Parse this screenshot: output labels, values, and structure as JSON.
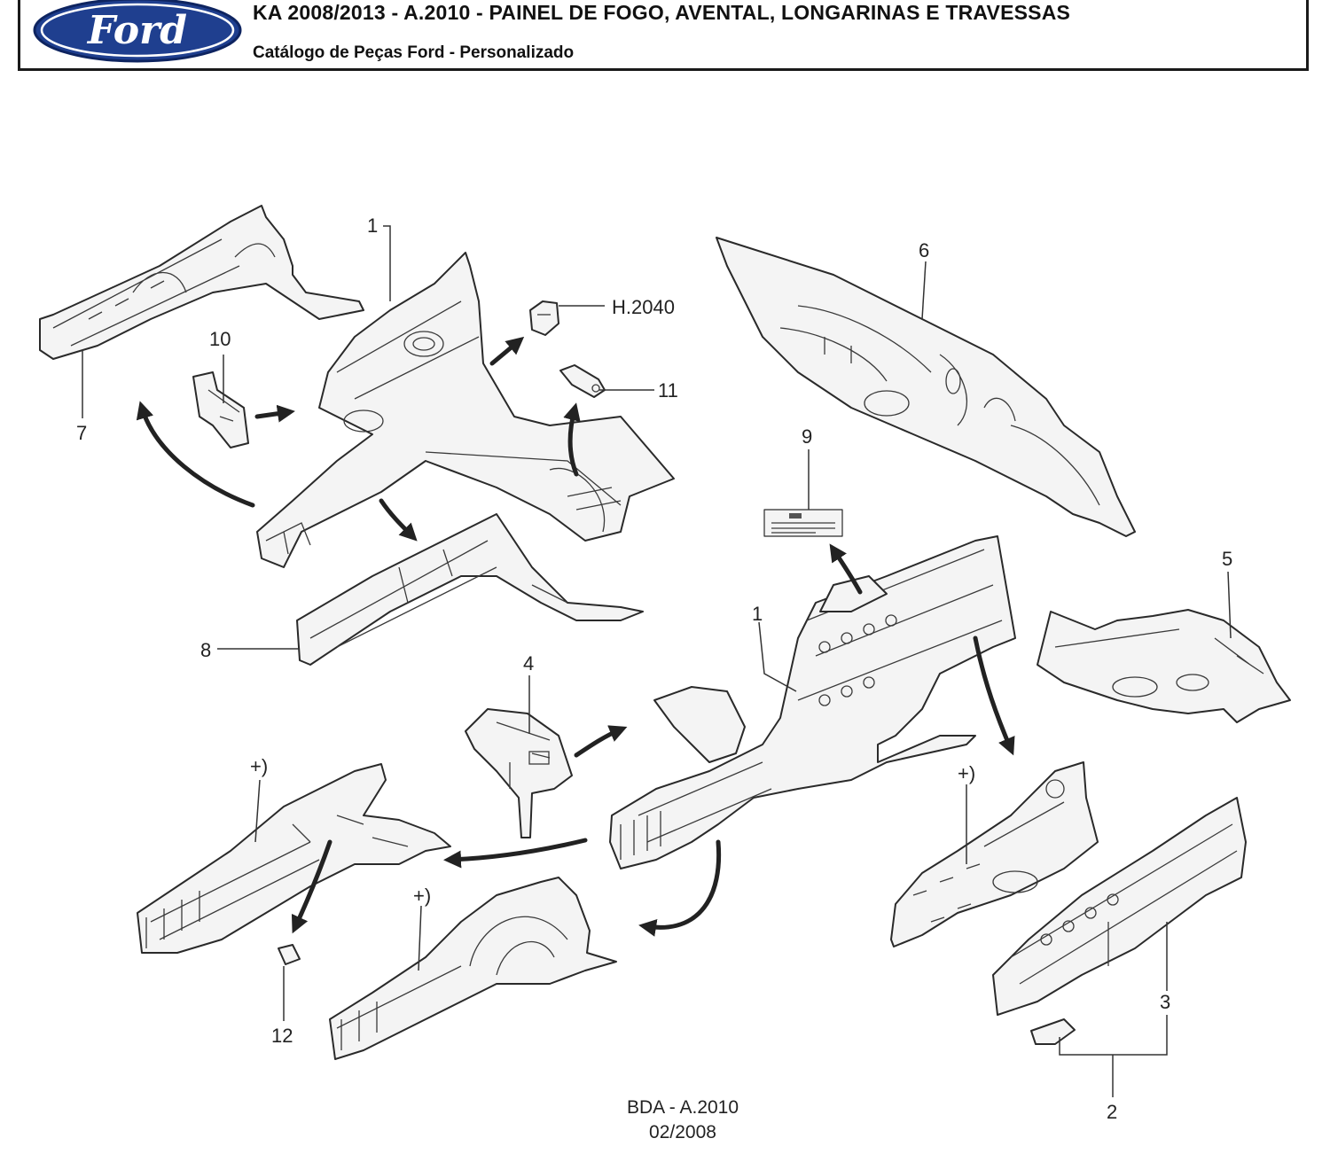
{
  "header": {
    "title": "KA 2008/2013 - A.2010 - PAINEL DE FOGO, AVENTAL, LONGARINAS E TRAVESSAS",
    "subtitle": "Catálogo de Peças Ford - Personalizado",
    "logo_text": "Ford",
    "logo_color": "#1f3f8f"
  },
  "callouts": {
    "c1_top": "1",
    "c1_mid": "1",
    "c2": "2",
    "c3": "3",
    "c4": "4",
    "c5": "5",
    "c6": "6",
    "c7": "7",
    "c8": "8",
    "c9": "9",
    "c10": "10",
    "c11": "11",
    "c12": "12",
    "h2040": "H.2040",
    "plus_left": "+)",
    "plus_bottom": "+)",
    "plus_right": "+)"
  },
  "footer": {
    "code": "BDA - A.2010",
    "date": "02/2008"
  }
}
